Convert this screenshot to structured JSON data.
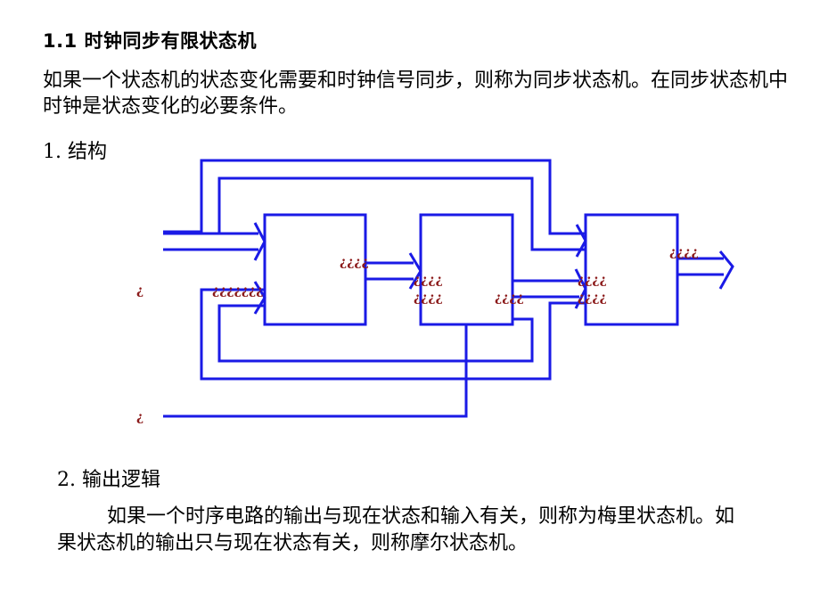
{
  "heading": "1.1 时钟同步有限状态机",
  "intro": "如果一个状态机的状态变化需要和时钟信号同步，则称为同步状态机。在同步状态机中时钟是状态变化的必要条件。",
  "section1": "1. 结构",
  "section2": "2. 输出逻辑",
  "body2": "如果一个时序电路的输出与现在状态和输入有关，则称为梅里状态机。如果状态机的输出只与现在状态有关，则称摩尔状态机。",
  "diagram": {
    "colors": {
      "wire": "#1a1ae6",
      "block": "#1a1ae6",
      "label": "#8b1a1a"
    },
    "labels": {
      "left_input": "¿",
      "bus_in": "¿¿¿¿¿¿¿",
      "block1_out": "¿¿¿¿",
      "block2_in_top": "¿¿¿¿",
      "block2_in_bottom": "¿¿¿¿",
      "block2_out": "¿¿¿¿",
      "block3_in_top": "¿¿¿¿",
      "block3_in_bottom": "¿¿¿¿",
      "block3_out": "¿¿¿¿",
      "clock": "¿"
    }
  }
}
